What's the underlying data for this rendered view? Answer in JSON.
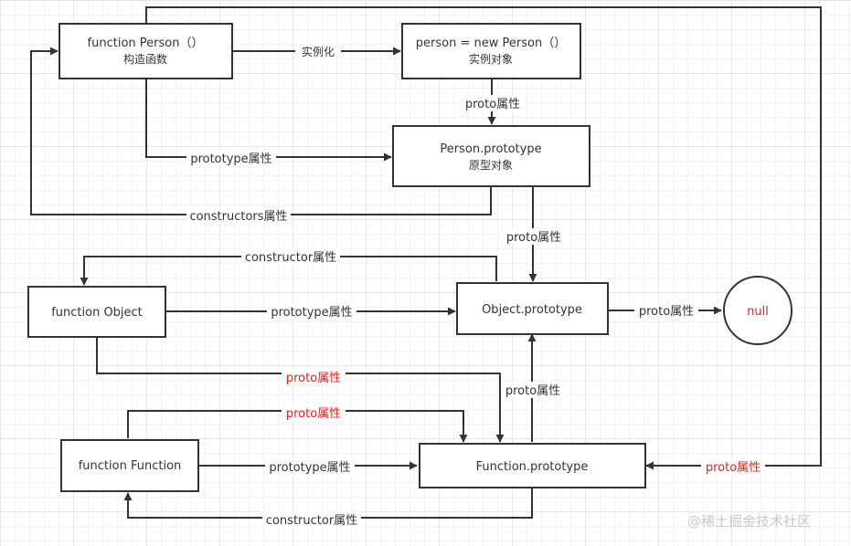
{
  "nodes": {
    "person_ctor": {
      "line1": "function Person（）",
      "line2": "构造函数"
    },
    "person_inst": {
      "line1": "person = new Person（）",
      "line2": "实例对象"
    },
    "person_proto": {
      "line1": "Person.prototype",
      "line2": "原型对象"
    },
    "object_ctor": {
      "line1": "function Object"
    },
    "object_proto": {
      "line1": "Object.prototype"
    },
    "null_node": {
      "line1": "null"
    },
    "function_ctor": {
      "line1": "function Function"
    },
    "function_proto": {
      "line1": "Function.prototype"
    }
  },
  "edges": {
    "instantiate": {
      "label": "实例化"
    },
    "person_proto_link": {
      "label": "proto属性"
    },
    "person_prototype": {
      "label": "prototype属性"
    },
    "person_constructors": {
      "label": "constructors属性"
    },
    "person_proto_to_object": {
      "label": "proto属性"
    },
    "object_constructor": {
      "label": "constructor属性"
    },
    "object_prototype": {
      "label": "prototype属性"
    },
    "object_proto_null": {
      "label": "proto属性"
    },
    "object_ctor_proto": {
      "label": "proto属性"
    },
    "function_proto_to_object": {
      "label": "proto属性"
    },
    "function_self_proto": {
      "label": "proto属性"
    },
    "function_prototype": {
      "label": "prototype属性"
    },
    "function_constructor": {
      "label": "constructor属性"
    },
    "person_ctor_proto": {
      "label": "proto属性"
    }
  },
  "colors": {
    "line": "#333333",
    "highlight": "#e02020",
    "grid": "#e7e7e7"
  },
  "watermark": "@稀土掘金技术社区"
}
